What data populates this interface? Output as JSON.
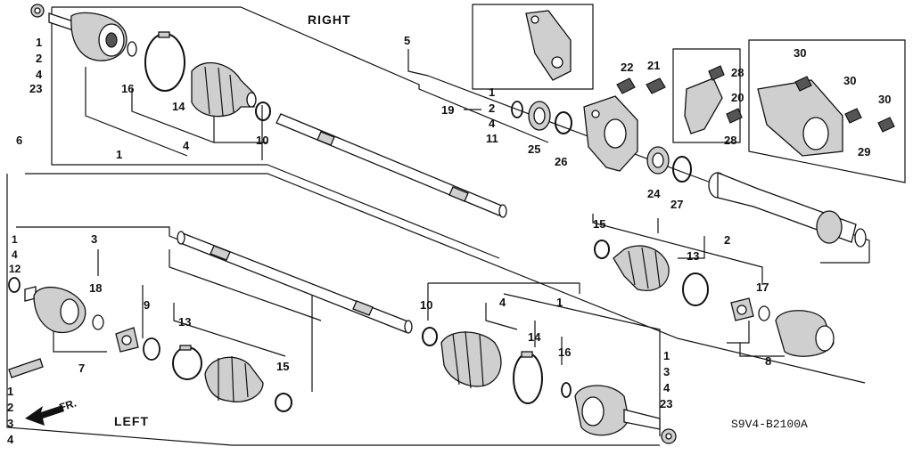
{
  "labels": {
    "right_title": "RIGHT",
    "left_title": "LEFT",
    "front_arrow": "FR.",
    "diagram_code": "S9V4-B2100A"
  },
  "callouts": {
    "r_top_a": "1",
    "r_top_b": "2",
    "r_top_c": "4",
    "r_top_d": "23",
    "r_1": "1",
    "r_4": "4",
    "r_16": "16",
    "r_14": "14",
    "r_10": "10",
    "r_5": "5",
    "r_6": "6",
    "r_19": "19",
    "r_br_a": "1",
    "r_br_b": "2",
    "r_br_c": "4",
    "r_br_d": "11",
    "r_25": "25",
    "r_26": "26",
    "r_22": "22",
    "r_21": "21",
    "r_28a": "28",
    "r_20": "20",
    "r_28b": "28",
    "r_24": "24",
    "r_27": "27",
    "r_30a": "30",
    "r_30b": "30",
    "r_30c": "30",
    "r_29": "29",
    "r_15": "15",
    "r_2": "2",
    "r_13": "13",
    "r_17": "17",
    "r_8": "8",
    "l_lt_a": "1",
    "l_lt_b": "4",
    "l_lt_c": "12",
    "l_3": "3",
    "l_18": "18",
    "l_9": "9",
    "l_13": "13",
    "l_15": "15",
    "l_7": "7",
    "l_bl_a": "1",
    "l_bl_b": "2",
    "l_bl_c": "3",
    "l_bl_d": "4",
    "l_10": "10",
    "l_4": "4",
    "l_1": "1",
    "l_14": "14",
    "l_16": "16",
    "l_br_a": "1",
    "l_br_b": "3",
    "l_br_c": "4",
    "l_br_d": "23"
  }
}
